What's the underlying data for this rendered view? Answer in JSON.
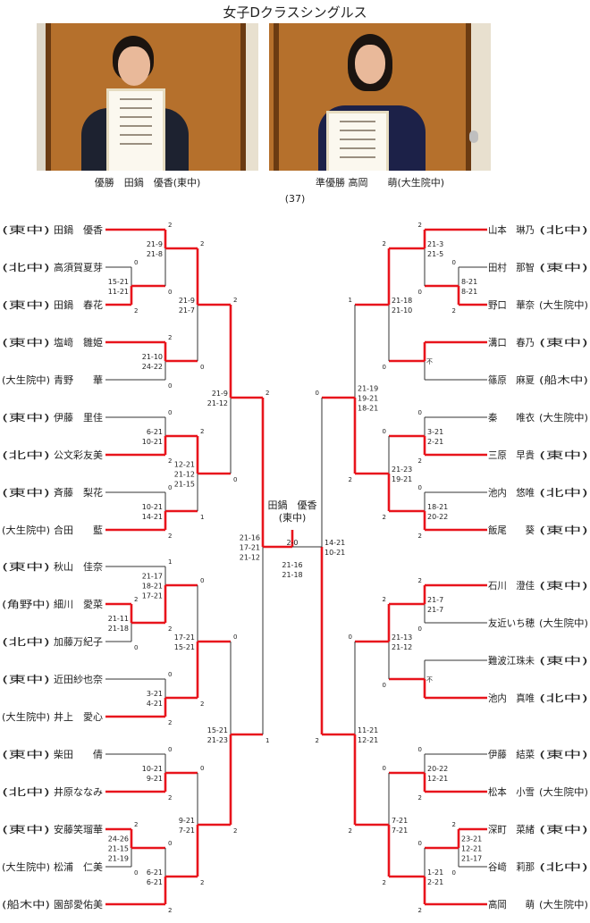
{
  "title": "女子Dクラスシングルス",
  "captions": {
    "winner": "優勝　田鍋　優香(東中)",
    "runner_up": "準優勝 高岡　　萌(大生院中)"
  },
  "page_number": "(37)",
  "colors": {
    "win_line": "#e8141c",
    "line": "#333333"
  },
  "left": {
    "players": [
      {
        "school": "(東中)",
        "name": "田鍋　優香"
      },
      {
        "school": "(北中)",
        "name": "高須賀夏芽"
      },
      {
        "school": "(東中)",
        "name": "田鍋　春花"
      },
      {
        "school": "(東中)",
        "name": "塩﨑　雛姫"
      },
      {
        "school": "(大生院中)",
        "name": "青野　　華"
      },
      {
        "school": "(東中)",
        "name": "伊藤　里佳"
      },
      {
        "school": "(北中)",
        "name": "公文彩友美"
      },
      {
        "school": "(東中)",
        "name": "斉藤　梨花"
      },
      {
        "school": "(大生院中)",
        "name": "合田　　藍"
      },
      {
        "school": "(東中)",
        "name": "秋山　佳奈"
      },
      {
        "school": "(角野中)",
        "name": "細川　愛菜"
      },
      {
        "school": "(北中)",
        "name": "加藤万紀子"
      },
      {
        "school": "(東中)",
        "name": "近田紗也奈"
      },
      {
        "school": "(大生院中)",
        "name": "井上　愛心"
      },
      {
        "school": "(東中)",
        "name": "柴田　　倩"
      },
      {
        "school": "(北中)",
        "name": "井原ななみ"
      },
      {
        "school": "(東中)",
        "name": "安藤笑瑠華"
      },
      {
        "school": "(大生院中)",
        "name": "松浦　仁美"
      },
      {
        "school": "(船木中)",
        "name": "園部愛佑美"
      }
    ],
    "matches": {
      "A": {
        "top_games": "0",
        "bottom_games": "2",
        "winner": "bot",
        "scores": [
          "15-21",
          "11-21"
        ]
      },
      "B": {
        "top_games": "2",
        "bottom_games": "0",
        "winner": "top",
        "scores": [
          "21-9",
          "21-8"
        ]
      },
      "C": {
        "top_games": "2",
        "bottom_games": "0",
        "winner": "top",
        "scores": [
          "21-10",
          "24-22"
        ]
      },
      "D": {
        "top_games": "2",
        "bottom_games": "0",
        "winner": "top",
        "scores": [
          "21-9",
          "21-7"
        ]
      },
      "E": {
        "top_games": "0",
        "bottom_games": "2",
        "winner": "bot",
        "scores": [
          "6-21",
          "10-21"
        ]
      },
      "F": {
        "top_games": "0",
        "bottom_games": "2",
        "winner": "bot",
        "scores": [
          "10-21",
          "14-21"
        ]
      },
      "G": {
        "top_games": "2",
        "bottom_games": "1",
        "winner": "top",
        "scores": [
          "12-21",
          "21-12",
          "21-15"
        ]
      },
      "H": {
        "top_games": "2",
        "bottom_games": "0",
        "winner": "top",
        "scores": [
          "21-9",
          "21-12"
        ]
      },
      "I": {
        "top_games": "2",
        "bottom_games": "0",
        "winner": "top",
        "scores": [
          "21-11",
          "21-18"
        ]
      },
      "J": {
        "top_games": "1",
        "bottom_games": "2",
        "winner": "bot",
        "scores": [
          "21-17",
          "18-21",
          "17-21"
        ]
      },
      "K": {
        "top_games": "0",
        "bottom_games": "2",
        "winner": "bot",
        "scores": [
          "3-21",
          "4-21"
        ]
      },
      "L": {
        "top_games": "0",
        "bottom_games": "2",
        "winner": "bot",
        "scores": [
          "17-21",
          "15-21"
        ]
      },
      "M": {
        "top_games": "0",
        "bottom_games": "2",
        "winner": "bot",
        "scores": [
          "10-21",
          "9-21"
        ]
      },
      "N": {
        "top_games": "2",
        "bottom_games": "0",
        "winner": "top",
        "scores": [
          "24-26",
          "21-15",
          "21-19"
        ]
      },
      "O": {
        "top_games": "0",
        "bottom_games": "2",
        "winner": "bot",
        "scores": [
          "6-21",
          "6-21"
        ]
      },
      "P": {
        "top_games": "0",
        "bottom_games": "2",
        "winner": "bot",
        "scores": [
          "9-21",
          "7-21"
        ]
      },
      "Q": {
        "top_games": "0",
        "bottom_games": "2",
        "winner": "bot",
        "scores": [
          "15-21",
          "21-23"
        ]
      },
      "R": {
        "top_games": "2",
        "bottom_games": "1",
        "winner": "top",
        "scores": [
          "21-16",
          "17-21",
          "21-12"
        ]
      }
    }
  },
  "right": {
    "players": [
      {
        "school": "(北中)",
        "name": "山本　琳乃"
      },
      {
        "school": "(東中)",
        "name": "田村　那智"
      },
      {
        "school": "(大生院中)",
        "name": "野口　華奈"
      },
      {
        "school": "(東中)",
        "name": "溝口　春乃"
      },
      {
        "school": "(船木中)",
        "name": "篠原　麻夏"
      },
      {
        "school": "(大生院中)",
        "name": "秦　　唯衣"
      },
      {
        "school": "(東中)",
        "name": "三原　早貴"
      },
      {
        "school": "(北中)",
        "name": "池内　悠唯"
      },
      {
        "school": "(東中)",
        "name": "飯尾　　葵"
      },
      {
        "school": "(東中)",
        "name": "石川　澄佳"
      },
      {
        "school": "(大生院中)",
        "name": "友近いち穂"
      },
      {
        "school": "(東中)",
        "name": "難波江珠未"
      },
      {
        "school": "(北中)",
        "name": "池内　真唯"
      },
      {
        "school": "(東中)",
        "name": "伊藤　結菜"
      },
      {
        "school": "(大生院中)",
        "name": "松本　小雪"
      },
      {
        "school": "(東中)",
        "name": "深町　菜緒"
      },
      {
        "school": "(北中)",
        "name": "谷﨑　莉那"
      },
      {
        "school": "(大生院中)",
        "name": "高岡　　萌"
      }
    ],
    "matches": {
      "a": {
        "top_games": "0",
        "bottom_games": "2",
        "winner": "bot",
        "scores": [
          "8-21",
          "8-21"
        ]
      },
      "b": {
        "top_games": "2",
        "bottom_games": "0",
        "winner": "top",
        "scores": [
          "21-3",
          "21-5"
        ]
      },
      "c": {
        "top_games": "",
        "bottom_games": "",
        "winner": "top",
        "scores": [],
        "mark": "不"
      },
      "d": {
        "top_games": "2",
        "bottom_games": "0",
        "winner": "top",
        "scores": [
          "21-18",
          "21-10"
        ]
      },
      "e": {
        "top_games": "0",
        "bottom_games": "2",
        "winner": "bot",
        "scores": [
          "3-21",
          "2-21"
        ]
      },
      "f": {
        "top_games": "0",
        "bottom_games": "2",
        "winner": "bot",
        "scores": [
          "18-21",
          "20-22"
        ]
      },
      "g": {
        "top_games": "0",
        "bottom_games": "2",
        "winner": "bot",
        "scores": [
          "21-23",
          "19-21"
        ]
      },
      "h": {
        "top_games": "1",
        "bottom_games": "2",
        "winner": "bot",
        "scores": [
          "21-19",
          "19-21",
          "18-21"
        ]
      },
      "i": {
        "top_games": "2",
        "bottom_games": "0",
        "winner": "top",
        "scores": [
          "21-7",
          "21-7"
        ]
      },
      "j": {
        "top_games": "",
        "bottom_games": "",
        "winner": "bot",
        "scores": [],
        "mark": "不"
      },
      "k": {
        "top_games": "2",
        "bottom_games": "0",
        "winner": "top",
        "scores": [
          "21-13",
          "21-12"
        ]
      },
      "l": {
        "top_games": "0",
        "bottom_games": "2",
        "winner": "bot",
        "scores": [
          "20-22",
          "12-21"
        ]
      },
      "m": {
        "top_games": "2",
        "bottom_games": "0",
        "winner": "top",
        "scores": [
          "23-21",
          "12-21",
          "21-17"
        ]
      },
      "n": {
        "top_games": "0",
        "bottom_games": "2",
        "winner": "bot",
        "scores": [
          "1-21",
          "2-21"
        ]
      },
      "o": {
        "top_games": "0",
        "bottom_games": "2",
        "winner": "bot",
        "scores": [
          "7-21",
          "7-21"
        ]
      },
      "p": {
        "top_games": "0",
        "bottom_games": "2",
        "winner": "bot",
        "scores": [
          "11-21",
          "12-21"
        ]
      },
      "q": {
        "top_games": "0",
        "bottom_games": "2",
        "winner": "bot",
        "scores": [
          "14-21",
          "10-21"
        ]
      }
    }
  },
  "final": {
    "champion_name": "田鍋　優香",
    "champion_school": "(東中)",
    "result": "2-0",
    "scores": [
      "21-16",
      "21-18"
    ]
  }
}
